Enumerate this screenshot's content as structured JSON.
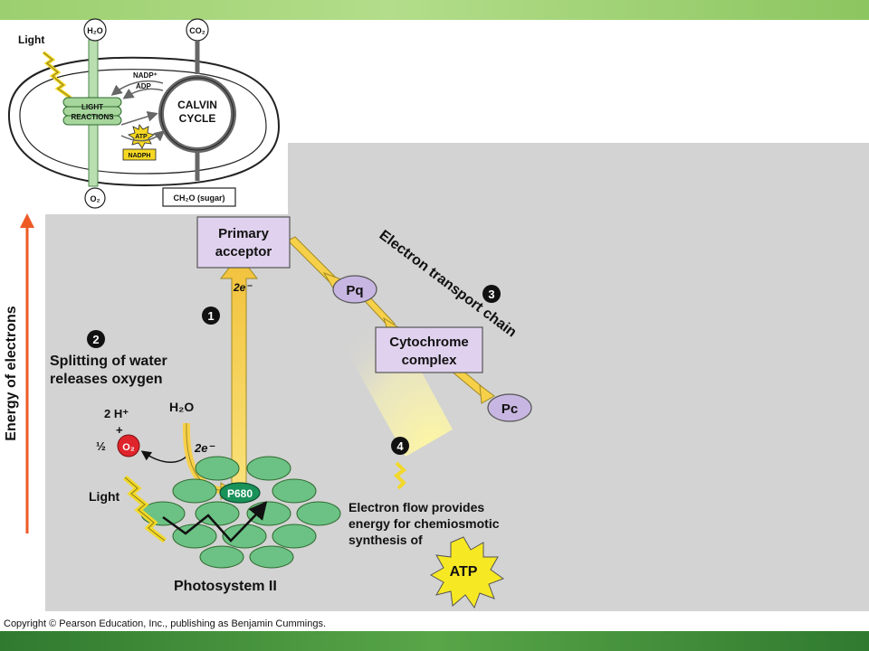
{
  "inset": {
    "light": "Light",
    "h2o": "H₂O",
    "co2": "CO₂",
    "nadp": "NADP⁺",
    "adp": "ADP",
    "light_reactions_1": "LIGHT",
    "light_reactions_2": "REACTIONS",
    "calvin_1": "CALVIN",
    "calvin_2": "CYCLE",
    "atp": "ATP",
    "nadph": "NADPH",
    "o2": "O₂",
    "sugar": "CH₂O (sugar)"
  },
  "main": {
    "energy_axis": "Energy of electrons",
    "primary_acceptor_1": "Primary",
    "primary_acceptor_2": "acceptor",
    "electron_2e_top": "2e⁻",
    "step1": "1",
    "step2": "2",
    "step3": "3",
    "step4": "4",
    "splitting_1": "Splitting of water",
    "splitting_2": "releases oxygen",
    "h2o": "H₂O",
    "two_h": "2 H⁺",
    "plus": "+",
    "half": "½",
    "o2": "O₂",
    "electron_2e_left": "2e⁻",
    "light": "Light",
    "p680": "P680",
    "photosystem": "Photosystem II",
    "etc_label": "Electron transport chain",
    "pq": "Pq",
    "cyto_1": "Cytochrome",
    "cyto_2": "complex",
    "pc": "Pc",
    "flow_1": "Electron flow provides",
    "flow_2": "energy for chemiosmotic",
    "flow_3": "synthesis of",
    "atp": "ATP"
  },
  "copyright": "Copyright © Pearson Education, Inc., publishing as Benjamin Cummings.",
  "colors": {
    "panel": "#d3d3d3",
    "lavender": "#e0d2ee",
    "purple_node": "#c8b6e2",
    "arrow_yellow": "#f7d04a",
    "arrow_red": "#ee5a24",
    "photosystem_green": "#6cc285",
    "p680_green": "#19925a",
    "o2_red": "#e0242c",
    "band_green": "#8cc660"
  }
}
